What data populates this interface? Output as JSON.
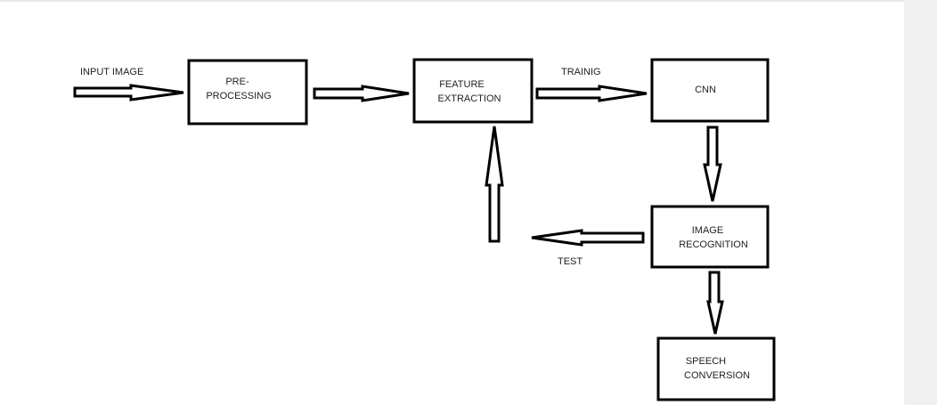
{
  "nodes": {
    "preprocessing": [
      "PRE-",
      "PROCESSING"
    ],
    "feature_extraction": [
      "FEATURE",
      "EXTRACTION"
    ],
    "cnn": [
      "CNN"
    ],
    "image_recognition": [
      "IMAGE",
      "RECOGNITION"
    ],
    "speech_conversion": [
      "SPEECH",
      "CONVERSION"
    ]
  },
  "edge_labels": {
    "input": "INPUT IMAGE",
    "training": "TRAINIG",
    "test": "TEST"
  }
}
